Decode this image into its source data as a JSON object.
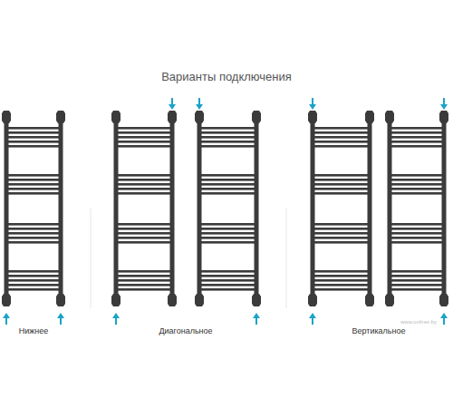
{
  "diagram": {
    "title": "Варианты подключения",
    "labels": [
      "Нижнее",
      "Диагональное",
      "Вертикальное",
      "www.onliner.by"
    ]
  }
}
